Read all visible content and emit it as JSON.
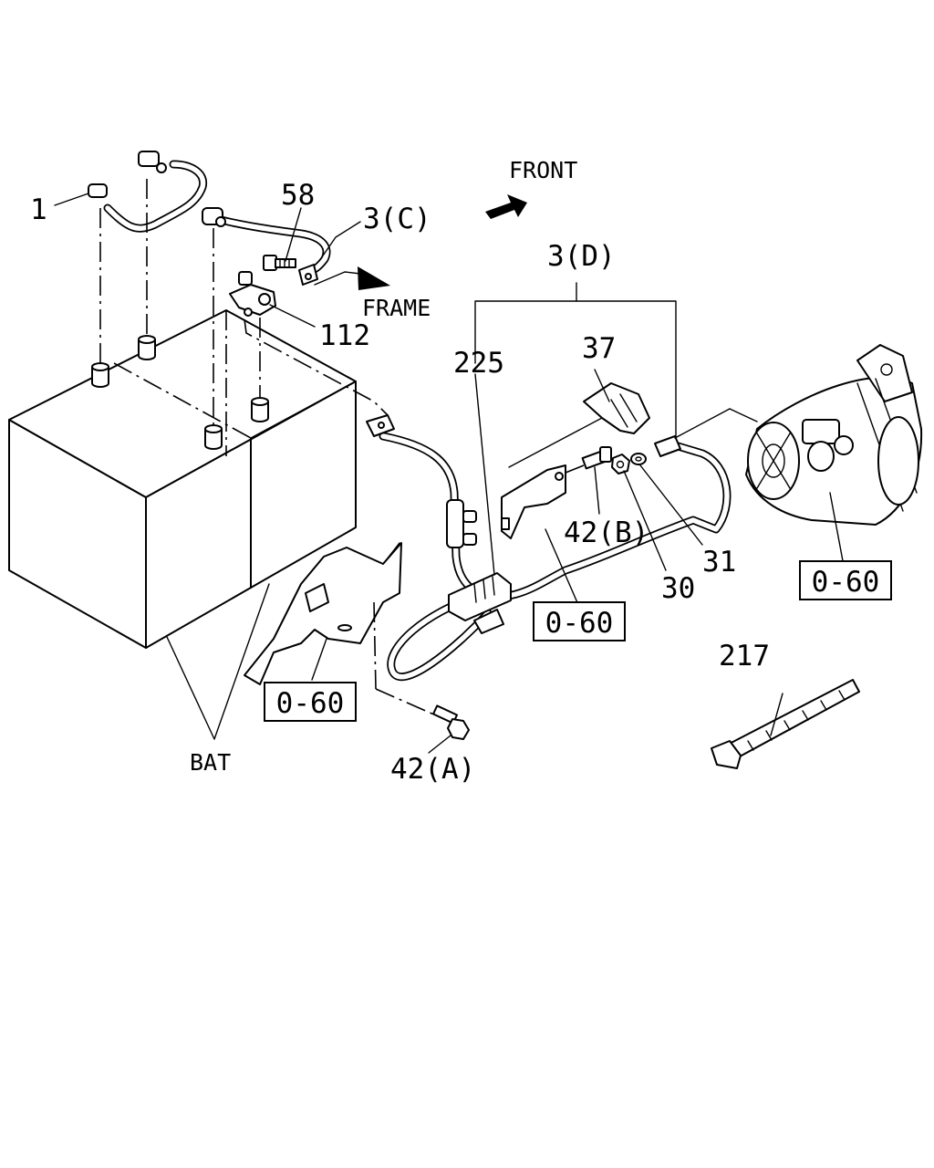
{
  "diagram": {
    "labels": {
      "p1": "1",
      "p58": "58",
      "p3c": "3(C)",
      "frame": "FRAME",
      "p112": "112",
      "front": "FRONT",
      "p3d": "3(D)",
      "p225": "225",
      "p37": "37",
      "p42b": "42(B)",
      "p30": "30",
      "p31": "31",
      "p217": "217",
      "p42a": "42(A)",
      "bat": "BAT"
    },
    "refs": {
      "r1": "0-60",
      "r2": "0-60",
      "r3": "0-60"
    }
  }
}
